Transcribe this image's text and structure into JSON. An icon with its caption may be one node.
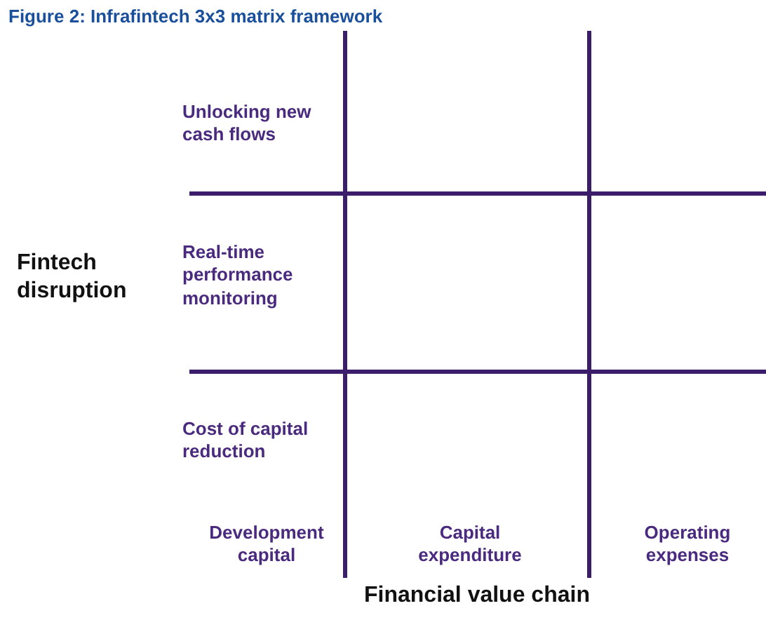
{
  "diagram": {
    "title": "Figure 2: Infrafintech 3x3 matrix framework",
    "labels": [
      "Unlocking new cash flows",
      "Fintech disruption",
      "Real-time performance monitoring",
      "Cost of capital reduction",
      "Development capital",
      "Capital expenditure",
      "Operating expenses",
      "Financial value chain"
    ]
  }
}
